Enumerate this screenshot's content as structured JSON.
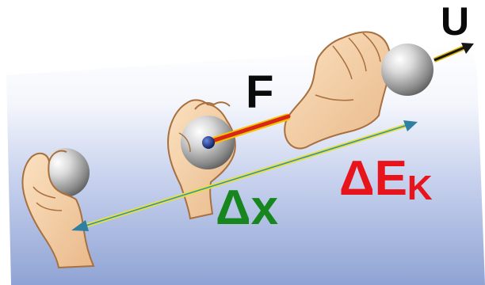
{
  "labels": {
    "velocity": "U",
    "force": "F",
    "kinetic_energy_symbol": "ΔE",
    "kinetic_energy_subscript": "K",
    "displacement": "Δx"
  },
  "colors": {
    "velocity_label": "#0a0a0a",
    "force_label": "#0a0a0a",
    "kinetic_energy_label": "#e8141c",
    "displacement_label": "#17861f",
    "force_arrow": "#d8261a",
    "displacement_arrow": "#e6e23a",
    "background_top": "#ffffff",
    "background_bottom": "#8da2d4"
  },
  "icons": [
    "hand-holding-ball-icon",
    "hand-pushing-ball-icon",
    "hand-releasing-ball-icon",
    "ball-icon"
  ]
}
